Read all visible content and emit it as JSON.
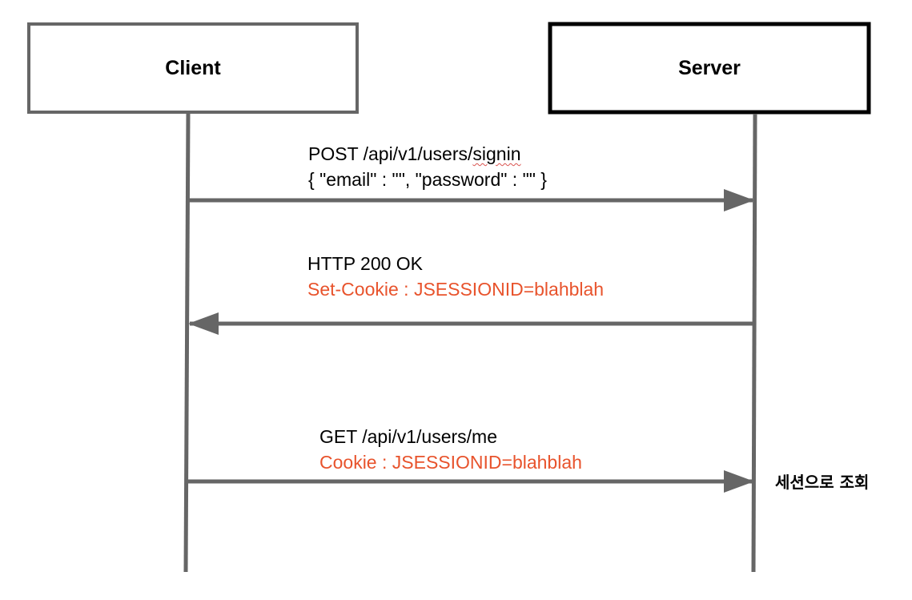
{
  "actors": {
    "client": {
      "label": "Client"
    },
    "server": {
      "label": "Server"
    }
  },
  "messages": [
    {
      "direction": "client-to-server",
      "line1": {
        "prefix": "POST /api/v1/users/",
        "flagged_word": "signin"
      },
      "line2": "{ \"email\" : \"\",  \"password\" : \"\" }"
    },
    {
      "direction": "server-to-client",
      "line1": "HTTP 200 OK",
      "line2": "Set-Cookie : JSESSIONID=blahblah"
    },
    {
      "direction": "client-to-server",
      "line1": "GET /api/v1/users/me",
      "line2": "Cookie : JSESSIONID=blahblah"
    }
  ],
  "note": "세션으로 조회",
  "colors": {
    "text": "#000000",
    "highlight": "#e8532c",
    "line": "#666666",
    "client_box_border": "#666666",
    "server_box_border": "#000000",
    "spellcheck_underline": "#d9534f"
  }
}
